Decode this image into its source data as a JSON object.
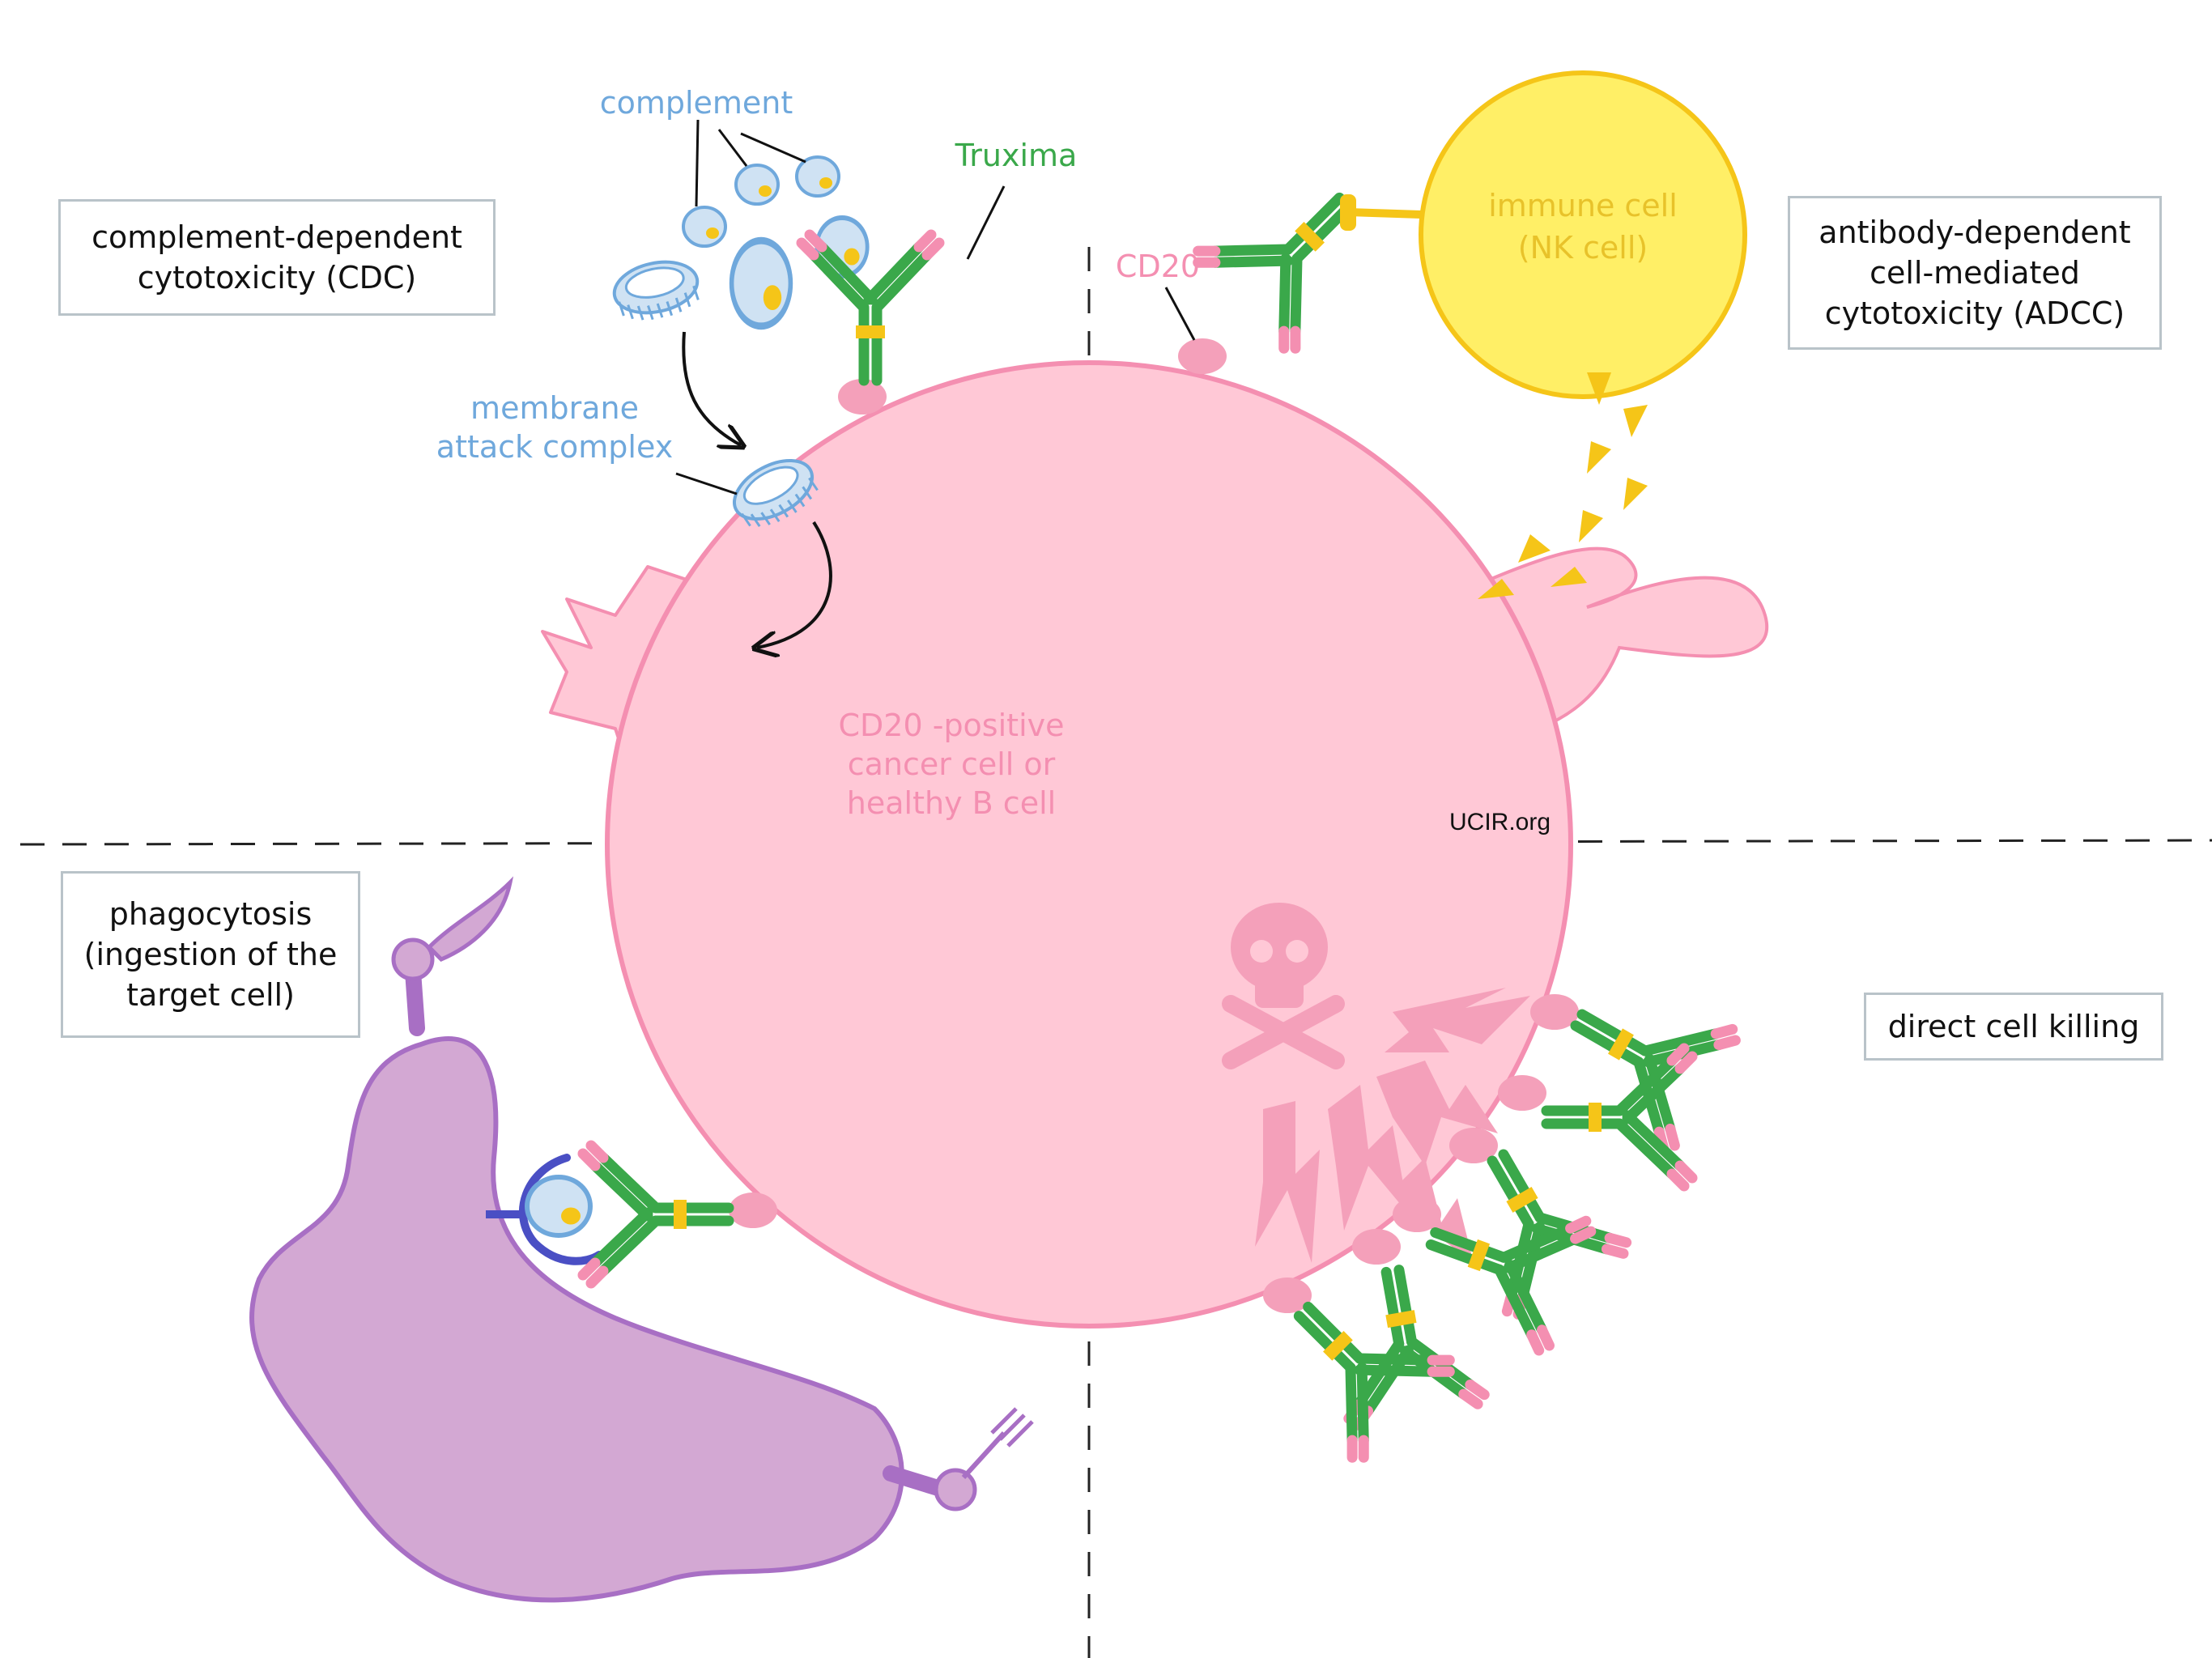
{
  "diagram": {
    "boxes": {
      "cdc": "complement-dependent\ncytotoxicity (CDC)",
      "adcc": "antibody-dependent\ncell-mediated\ncytotoxicity (ADCC)",
      "phagocytosis": "phagocytosis\n(ingestion of the\ntarget cell)",
      "direct": "direct cell killing"
    },
    "labels": {
      "complement": "complement",
      "truxima": "Truxima",
      "cd20": "CD20",
      "mac": "membrane\nattack complex",
      "immune_cell": "immune cell\n(NK cell)",
      "target_cell": "CD20 -positive\ncancer cell or\nhealthy B cell",
      "watermark": "UCIR.org"
    },
    "colors": {
      "cell_fill": "#ffc8d6",
      "cell_stroke": "#f48fb1",
      "antibody_green": "#3aa84a",
      "antibody_yellow": "#f5c518",
      "antibody_pink": "#f48fb1",
      "complement_blue": "#6fa8dc",
      "nk_fill": "#ffef66",
      "nk_stroke": "#f5c518",
      "phagocyte_fill": "#d3a8d3",
      "phagocyte_stroke": "#a86fc4"
    }
  }
}
